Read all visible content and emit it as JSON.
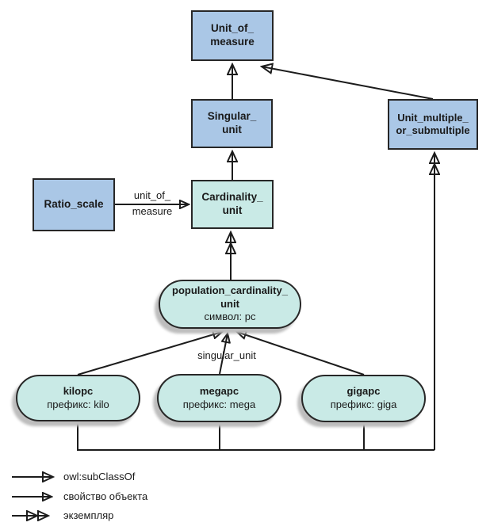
{
  "nodes": {
    "unit_of_measure": {
      "line1": "Unit_of_",
      "line2": "measure"
    },
    "singular_unit": {
      "line1": "Singular_",
      "line2": "unit"
    },
    "unit_multiple_or_submultiple": {
      "line1": "Unit_multiple_",
      "line2": "or_submultiple"
    },
    "ratio_scale": {
      "line1": "Ratio_scale"
    },
    "cardinality_unit": {
      "line1": "Cardinality_",
      "line2": "unit"
    },
    "population_cardinality_unit": {
      "line1": "population_cardinality_",
      "line2": "unit",
      "attr": "символ: pc"
    },
    "kilopc": {
      "title": "kilopc",
      "attr": "префикс: kilo"
    },
    "megapc": {
      "title": "megapc",
      "attr": "префикс: mega"
    },
    "gigapc": {
      "title": "gigapc",
      "attr": "префикс: giga"
    }
  },
  "edge_labels": {
    "unit_of_measure_line1": "unit_of_",
    "unit_of_measure_line2": "measure",
    "singular_unit": "singular_unit"
  },
  "legend": {
    "subclass_label": "owl:subClassOf",
    "property_label": "свойство объекта",
    "instance_label": "экземпляр"
  },
  "colors": {
    "class_fill": "#aac7e6",
    "instance_fill": "#c9eae6",
    "node_border": "#272727",
    "edge_line": "#1c1c1c",
    "shadow": "#bdbdbd",
    "text": "#1a1a1a"
  }
}
